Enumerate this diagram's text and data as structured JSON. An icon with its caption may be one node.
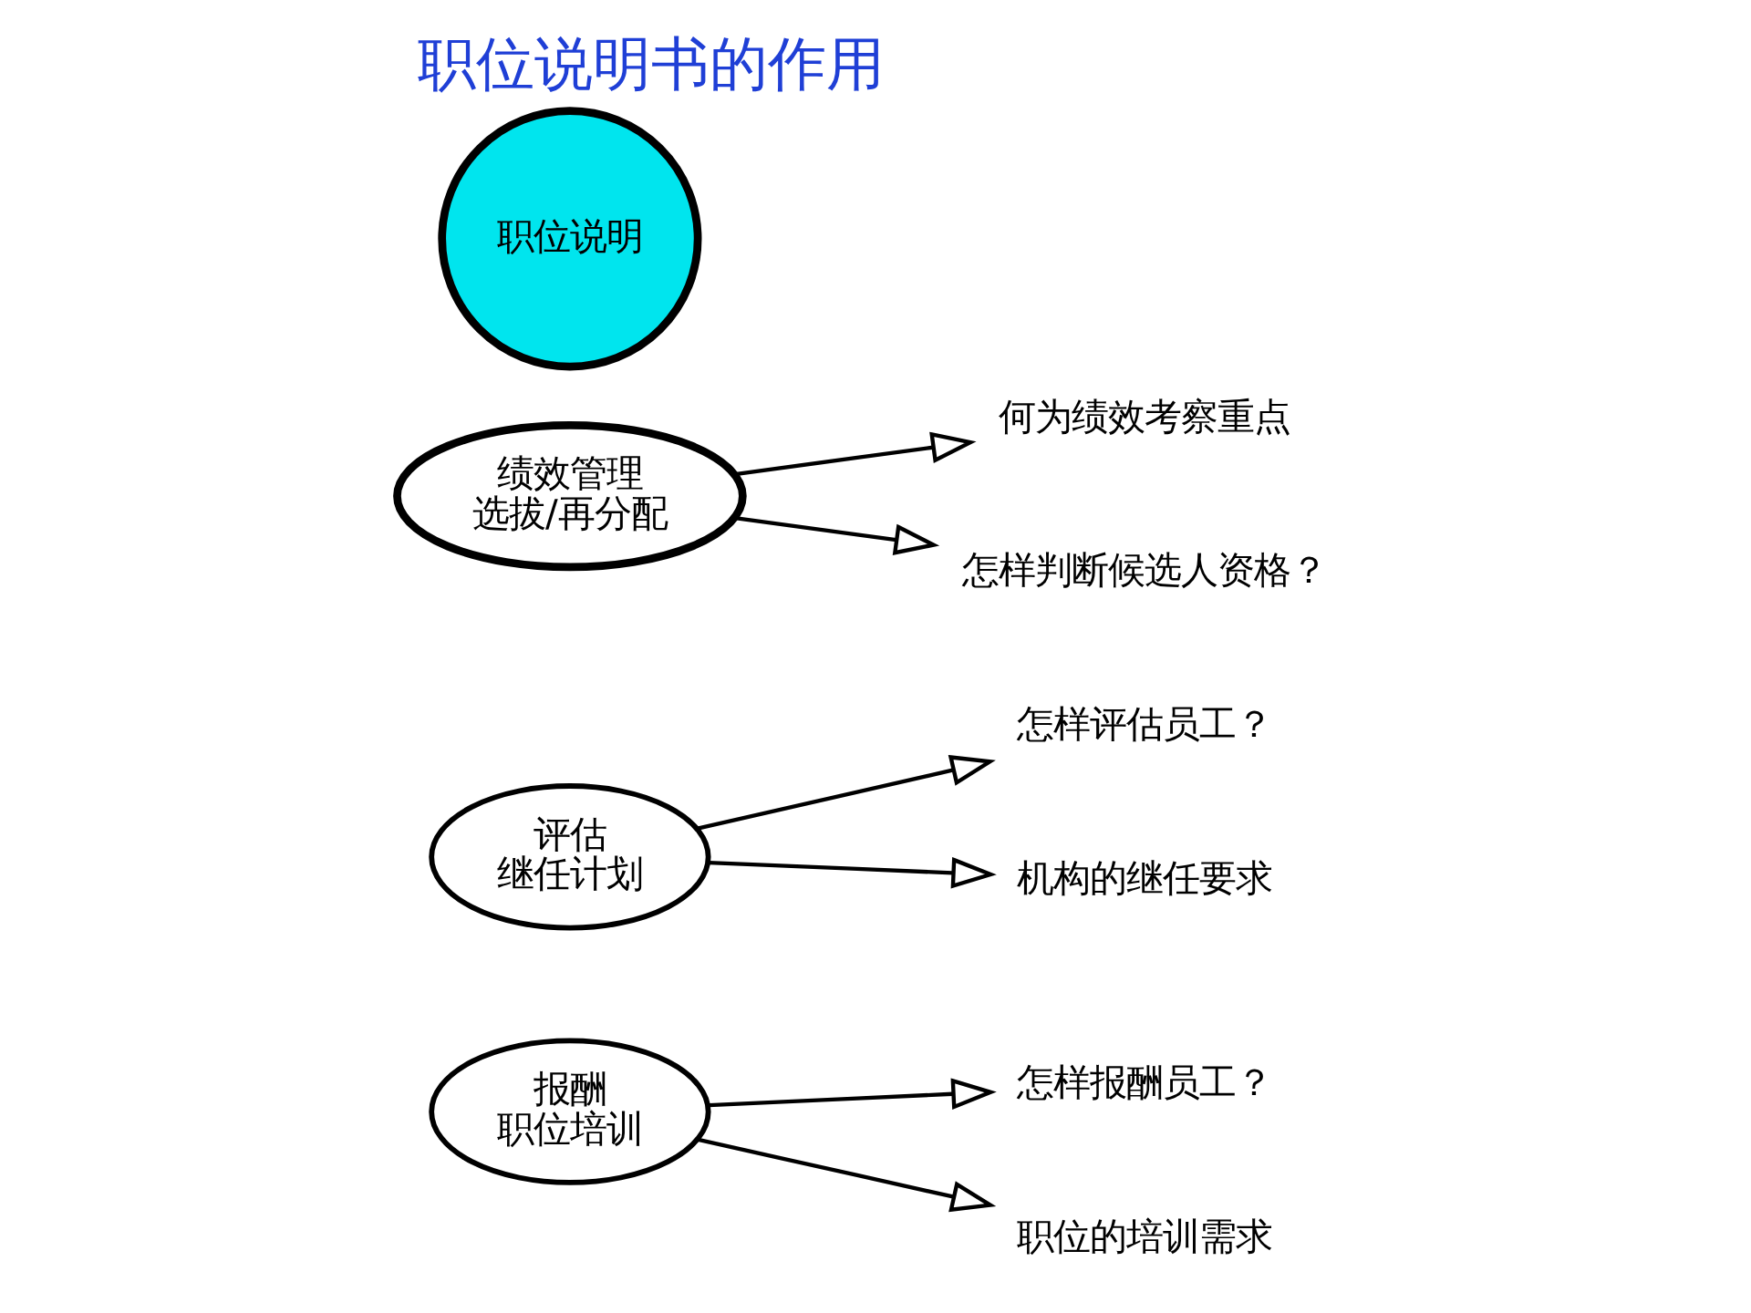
{
  "diagram": {
    "title": "职位说明书的作用",
    "nodes": [
      {
        "text": [
          "报酬",
          "职位培训"
        ]
      },
      {
        "text": [
          "评估",
          "继任计划"
        ]
      },
      {
        "text": [
          "绩效管理",
          "选拔/再分配"
        ]
      },
      {
        "text": [
          "职位说明"
        ]
      },
      {
        "text": [
          "怎样报酬员工？"
        ]
      },
      {
        "text": [
          "怎样评估员工？"
        ]
      },
      {
        "text": [
          "何为绩效考察重点"
        ]
      },
      {
        "text": [
          "怎样判断候选人资格？"
        ]
      },
      {
        "text": [
          "机构的继任要求"
        ]
      },
      {
        "text": [
          "职位的培训需求"
        ]
      }
    ],
    "edges": [
      {
        "from": 0,
        "to": 4,
        "arrow": "to"
      },
      {
        "from": 1,
        "to": 5,
        "arrow": "to"
      },
      {
        "from": 2,
        "to": 6,
        "arrow": "to"
      },
      {
        "from": 2,
        "to": 7,
        "arrow": "to"
      },
      {
        "from": 1,
        "to": 8,
        "arrow": "to"
      },
      {
        "from": 0,
        "to": 9,
        "arrow": "to"
      }
    ]
  }
}
